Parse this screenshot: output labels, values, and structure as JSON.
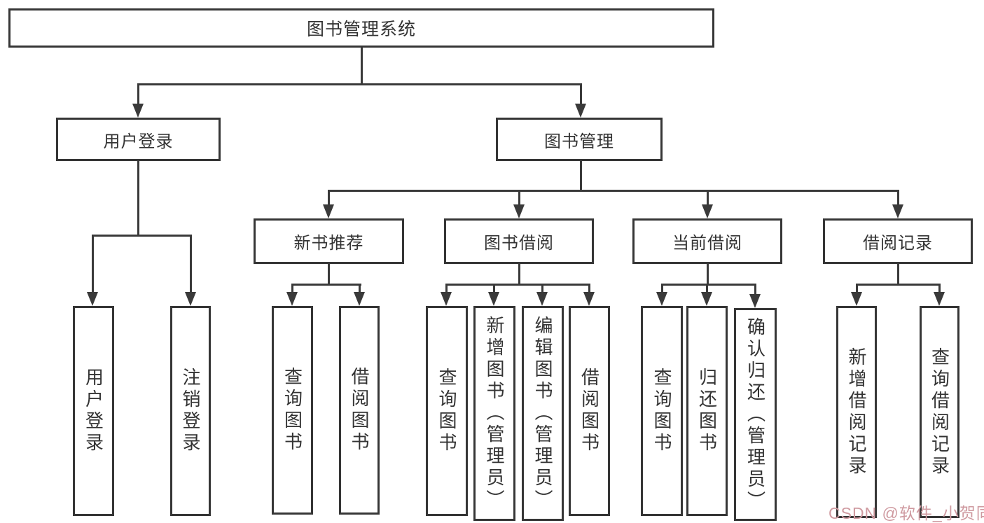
{
  "title": {
    "label": "图书管理系统"
  },
  "nodes": {
    "l2": [
      {
        "label": "用户登录"
      },
      {
        "label": "图书管理"
      }
    ],
    "l3": [
      {
        "label": "新书推荐"
      },
      {
        "label": "图书借阅"
      },
      {
        "label": "当前借阅"
      },
      {
        "label": "借阅记录"
      }
    ],
    "leaves": [
      {
        "label": "用户登录"
      },
      {
        "label": "注销登录"
      },
      {
        "label": "查询图书"
      },
      {
        "label": "借阅图书"
      },
      {
        "label": "查询图书"
      },
      {
        "label": "新增图书（管理员）"
      },
      {
        "label": "编辑图书（管理员）"
      },
      {
        "label": "借阅图书"
      },
      {
        "label": "查询图书"
      },
      {
        "label": "归还图书"
      },
      {
        "label": "确认归还（管理员）"
      },
      {
        "label": "新增借阅记录"
      },
      {
        "label": "查询借阅记录"
      }
    ]
  },
  "watermark": {
    "text": "CSDN @软件_小贺同学",
    "color": "#cf9aa0"
  },
  "colors": {
    "line": "#3a3a3a",
    "border": "#363636",
    "text": "#333333",
    "background": "#ffffff"
  }
}
